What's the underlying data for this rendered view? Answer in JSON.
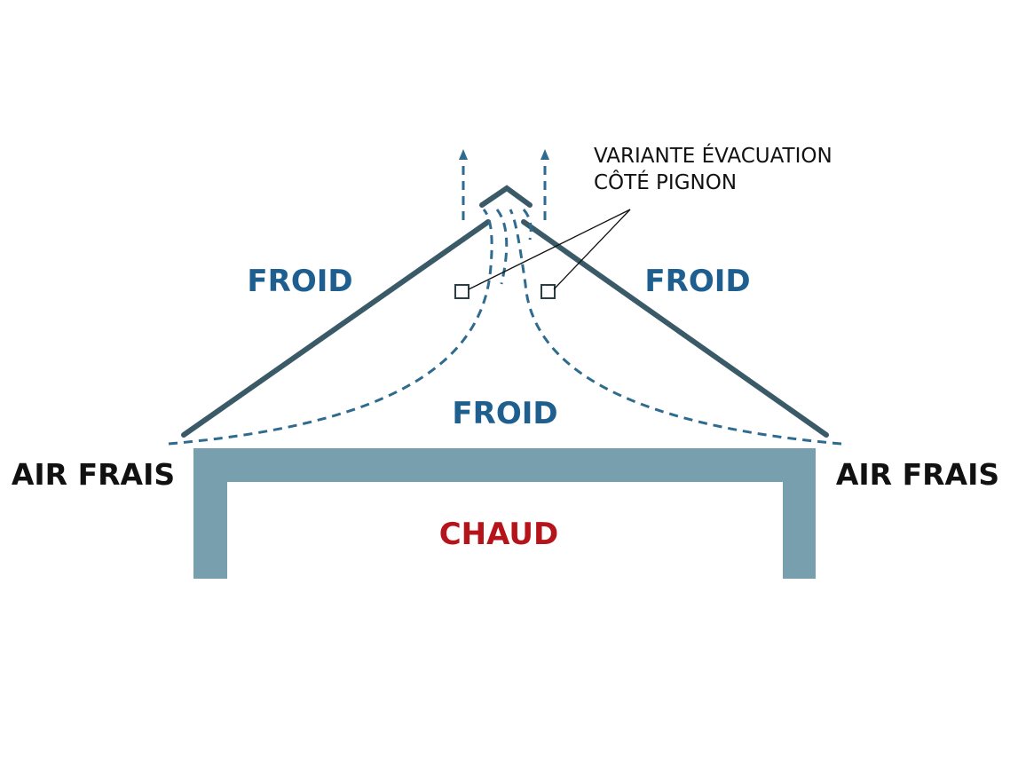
{
  "labels": {
    "froid_left": "FROID",
    "froid_right": "FROID",
    "froid_center": "FROID",
    "chaud": "CHAUD",
    "air_frais_left": "AIR FRAIS",
    "air_frais_right": "AIR FRAIS",
    "variant_line1": "VARIANTE ÉVACUATION",
    "variant_line2": "CÔTÉ PIGNON"
  },
  "colors": {
    "cold_blue": "#1f5f8f",
    "warm_red": "#b5141b",
    "airflow_blue": "#2e6b8f",
    "roof_dark": "#3a5a68",
    "ceiling_wall": "#789fad",
    "text_black": "#111111"
  }
}
